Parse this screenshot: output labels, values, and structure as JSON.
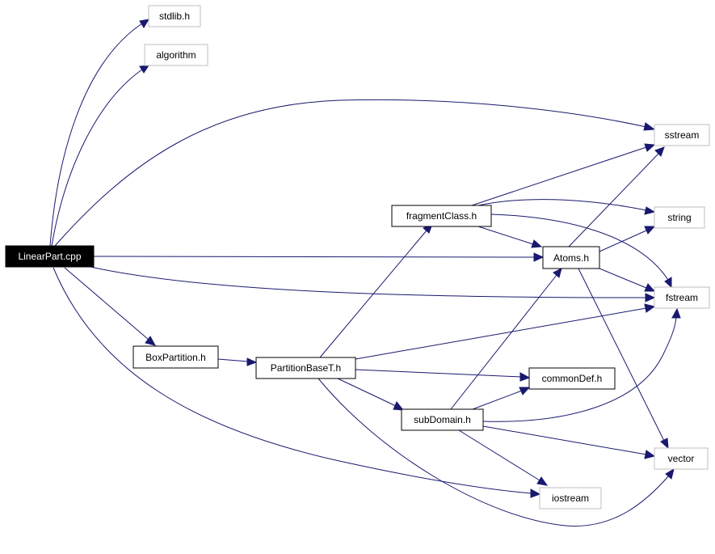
{
  "nodes": {
    "linearpart_cpp": "LinearPart.cpp",
    "stdlib_h": "stdlib.h",
    "algorithm": "algorithm",
    "sstream": "sstream",
    "fragmentclass_h": "fragmentClass.h",
    "string": "string",
    "atoms_h": "Atoms.h",
    "fstream": "fstream",
    "boxpartition_h": "BoxPartition.h",
    "partitionbaset_h": "PartitionBaseT.h",
    "commondef_h": "commonDef.h",
    "subdomain_h": "subDomain.h",
    "vector": "vector",
    "iostream": "iostream"
  },
  "colors": {
    "edge": "#191970",
    "project_border": "#000000",
    "external_border": "#bfbfbf",
    "root_fill": "#000000",
    "root_text": "#ffffff"
  }
}
